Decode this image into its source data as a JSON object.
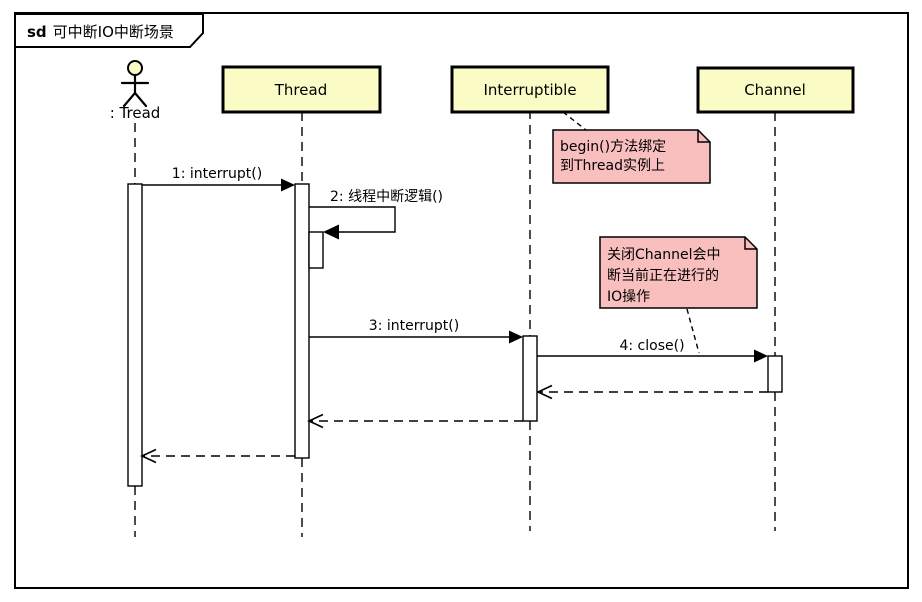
{
  "frame": {
    "keyword": "sd",
    "title": "可中断IO中断场景"
  },
  "participants": {
    "actor": {
      "label": ": Tread",
      "type": "actor"
    },
    "thread": {
      "label": "Thread",
      "type": "object"
    },
    "interruptible": {
      "label": "Interruptible",
      "type": "object"
    },
    "channel": {
      "label": "Channel",
      "type": "object"
    }
  },
  "messages": {
    "m1": {
      "label": "1: interrupt()",
      "from": "actor",
      "to": "thread",
      "kind": "sync-call"
    },
    "m2": {
      "label": "2: 线程中断逻辑()",
      "from": "thread",
      "to": "thread",
      "kind": "self-call"
    },
    "m3": {
      "label": "3: interrupt()",
      "from": "thread",
      "to": "interruptible",
      "kind": "sync-call"
    },
    "m4": {
      "label": "4: close()",
      "from": "interruptible",
      "to": "channel",
      "kind": "sync-call"
    }
  },
  "returns": {
    "r1": {
      "from": "channel",
      "to": "interruptible",
      "kind": "return"
    },
    "r2": {
      "from": "interruptible",
      "to": "thread",
      "kind": "return"
    },
    "r3": {
      "from": "thread",
      "to": "actor",
      "kind": "return"
    }
  },
  "notes": {
    "note1": {
      "lines": [
        "begin()方法绑定",
        "到Thread实例上"
      ],
      "attached_to": "interruptible"
    },
    "note2": {
      "lines": [
        "关闭Channel会中",
        "断当前正在进行的",
        "IO操作"
      ],
      "attached_to": "m4"
    }
  },
  "colors": {
    "participant_fill": "#FBFBC6",
    "note_fill": "#F9BFBF",
    "line": "#000000",
    "background": "#FFFFFF"
  }
}
